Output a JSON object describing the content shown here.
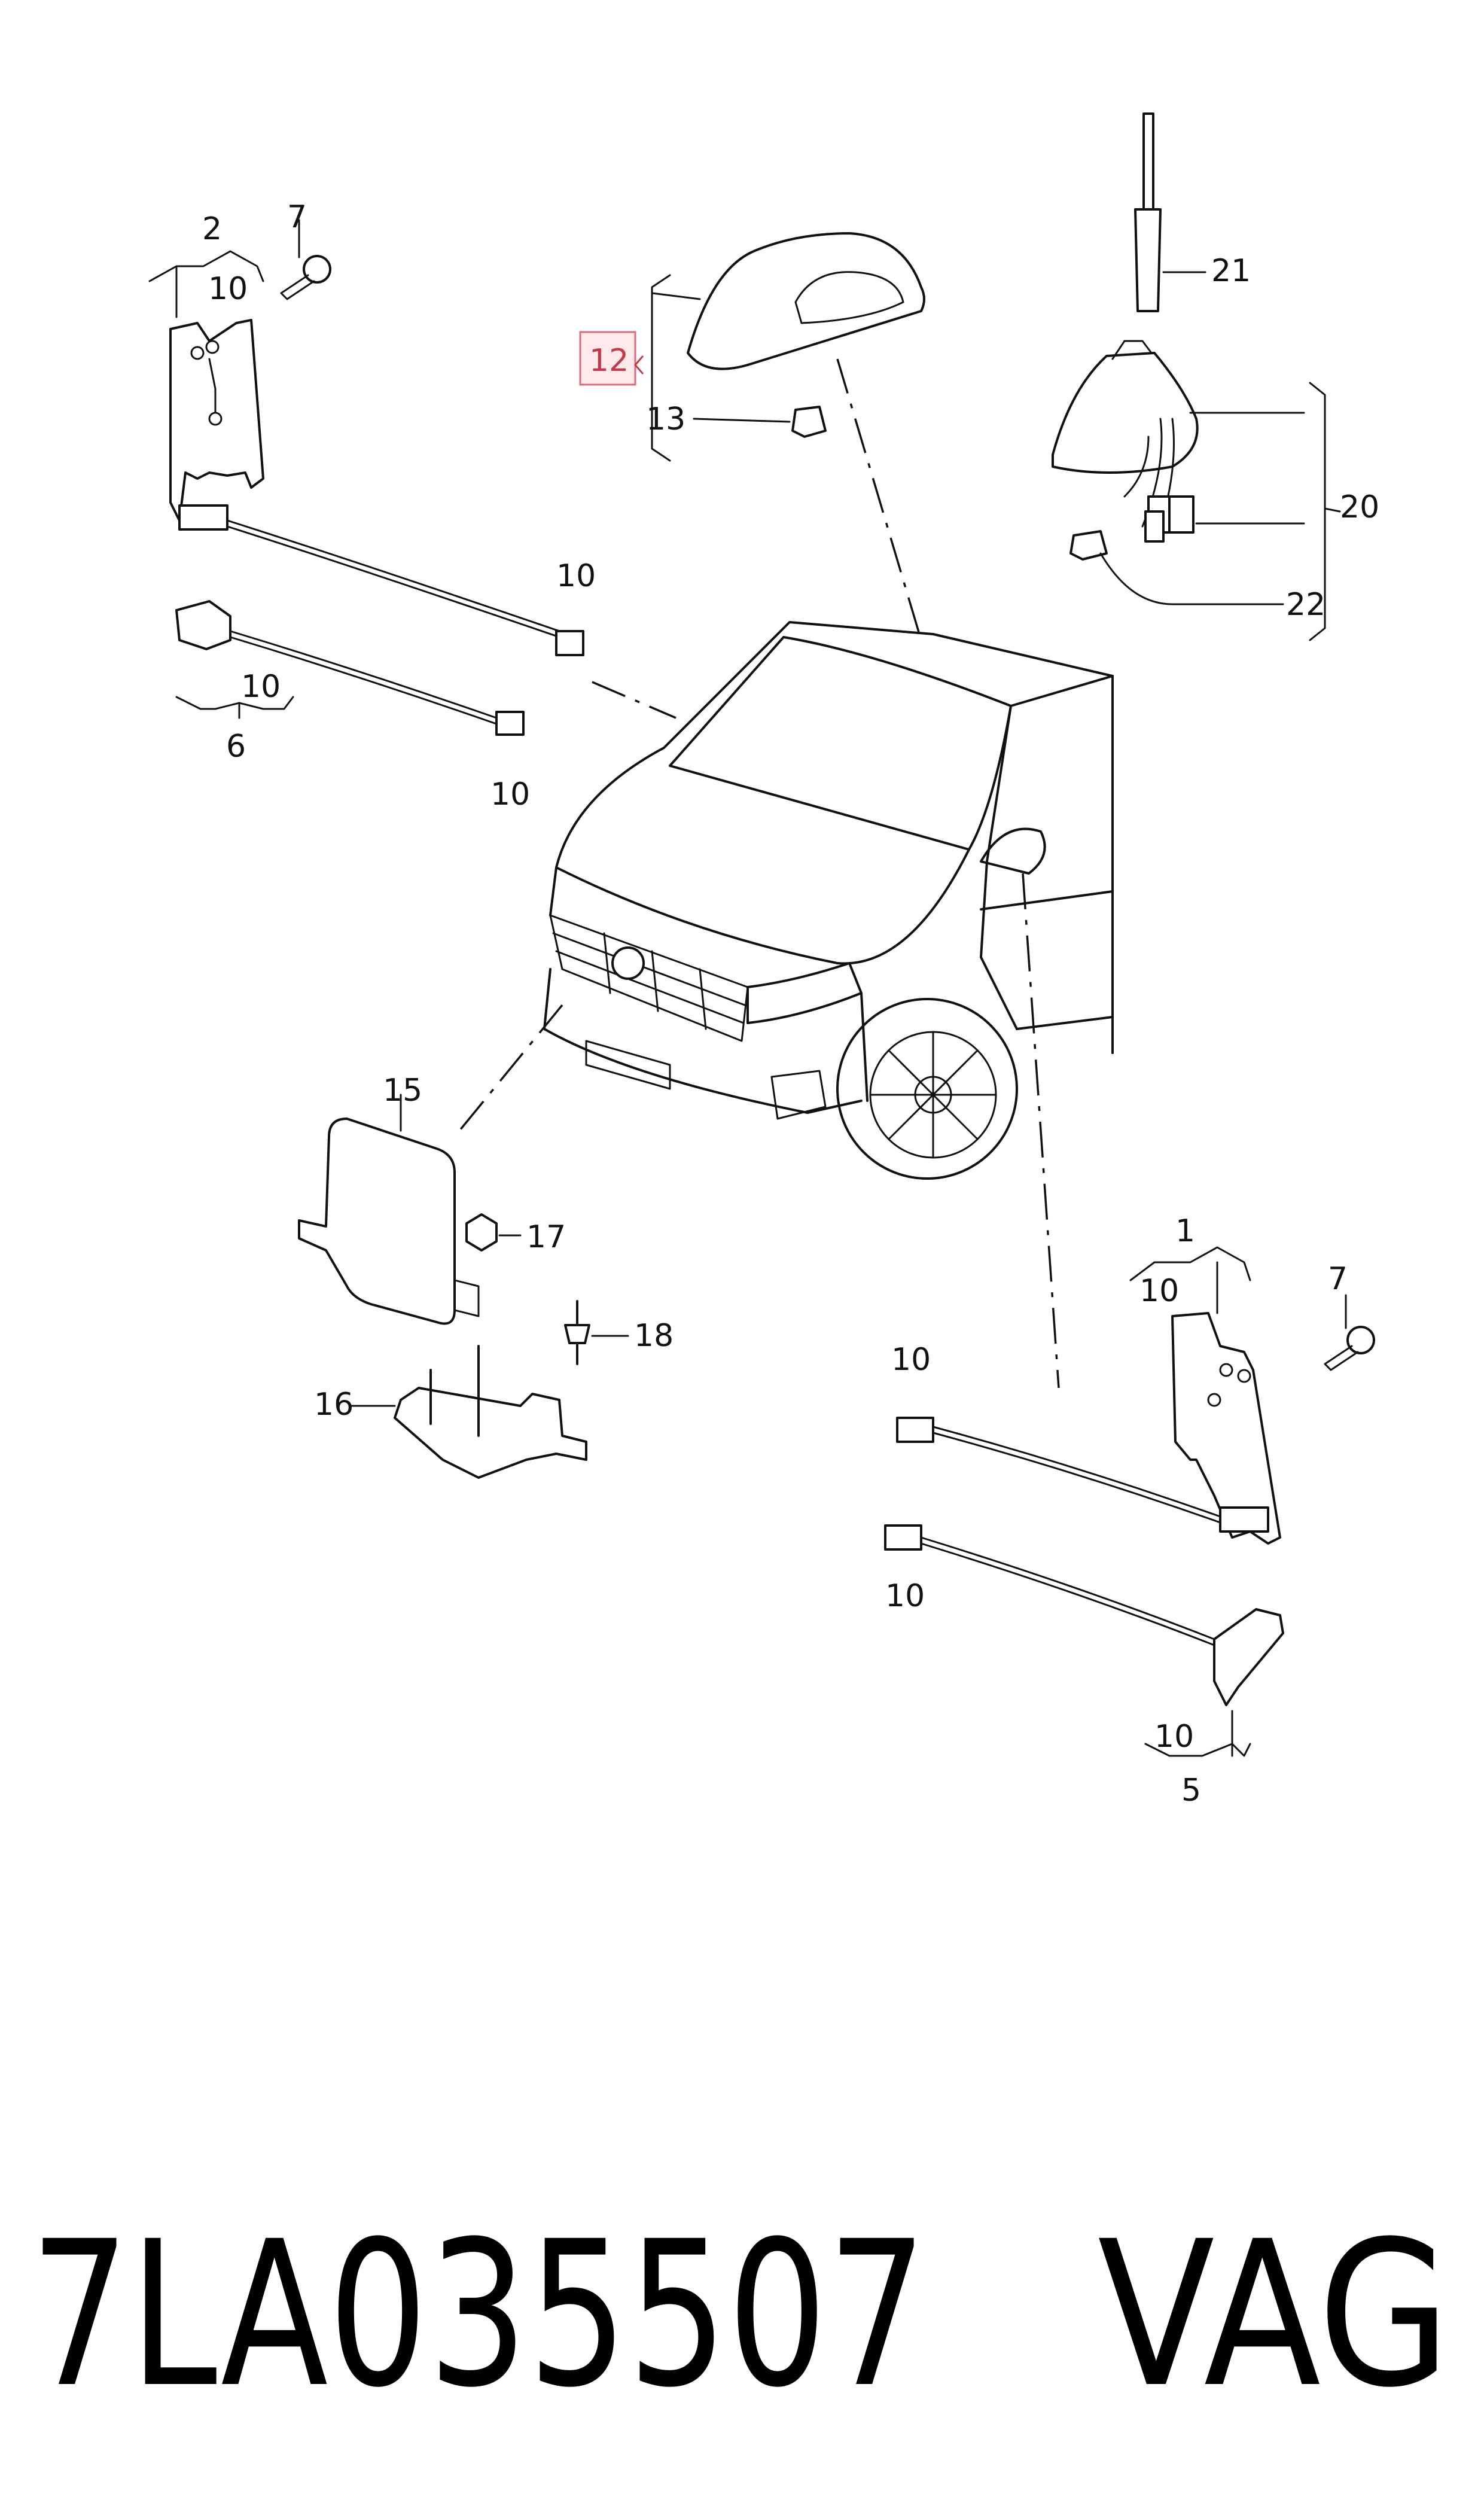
{
  "callouts": {
    "c2": "2",
    "c7a": "7",
    "c10_a": "10",
    "c10_b": "10",
    "c10_c": "10",
    "c10_d": "10",
    "c6": "6",
    "c12": "12",
    "c13": "13",
    "c21": "21",
    "c20": "20",
    "c22": "22",
    "c15": "15",
    "c17": "17",
    "c18": "18",
    "c16": "16",
    "c1": "1",
    "c10_e": "10",
    "c7b": "7",
    "c10_f": "10",
    "c10_g": "10",
    "c10_h": "10",
    "c5": "5"
  },
  "footer": {
    "part_number": "7LA035507",
    "brand": "VAG"
  },
  "colors": {
    "line": "#111111",
    "highlight_fill": "#fde8ea",
    "highlight_stroke": "#e06b78",
    "highlight_text": "#c23b4b"
  }
}
